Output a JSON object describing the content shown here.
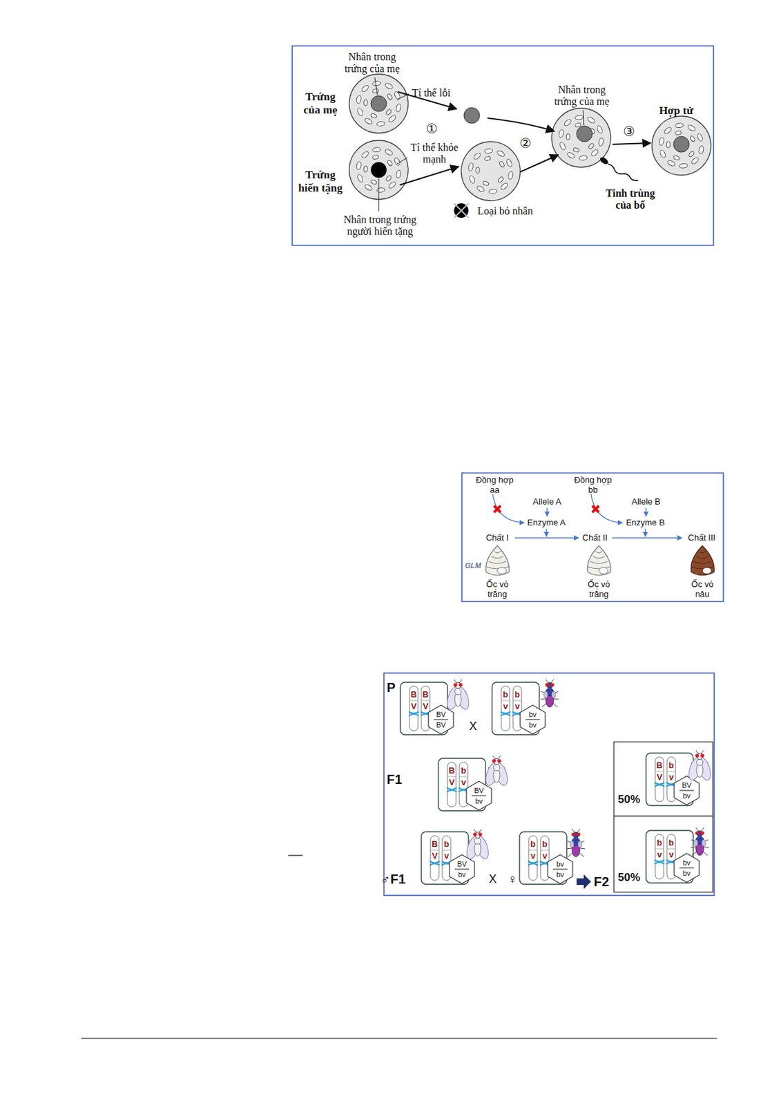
{
  "diagram": {
    "labels": [
      "Nhân trong trứng của mẹ",
      "Tỉ thể lỗi",
      "Trứng của mẹ",
      "①",
      "Tỉ thể khỏe mạnh",
      "Trứng hiến tặng",
      "Nhân trong trứng người hiến tặng",
      "②",
      "Loại bỏ nhân",
      "Nhân trong trứng của mẹ",
      "③",
      "Hợp tử",
      "Tinh trùng của bố",
      "Đồng hợp aa",
      "Allele A",
      "Enzyme A",
      "Đồng hợp bb",
      "Allele B",
      "Enzyme B",
      "Chất I",
      "Chất II",
      "Chất III",
      "GLM",
      "Ốc vỏ trắng",
      "Ốc vỏ trắng",
      "Ốc vỏ nâu",
      "P",
      "B",
      "V",
      "B",
      "V",
      "BV",
      "BV",
      "X",
      "b",
      "v",
      "b",
      "v",
      "bv",
      "bv",
      "F1",
      "B",
      "V",
      "b",
      "v",
      "BV",
      "bv",
      "♂F1",
      "B",
      "V",
      "b",
      "v",
      "BV",
      "bv",
      "X",
      "♀",
      "b",
      "v",
      "b",
      "v",
      "bv",
      "bv",
      "F2",
      "50%",
      "B",
      "V",
      "b",
      "v",
      "BV",
      "bv",
      "50%",
      "b",
      "v",
      "b",
      "v",
      "bv",
      "bv"
    ]
  }
}
